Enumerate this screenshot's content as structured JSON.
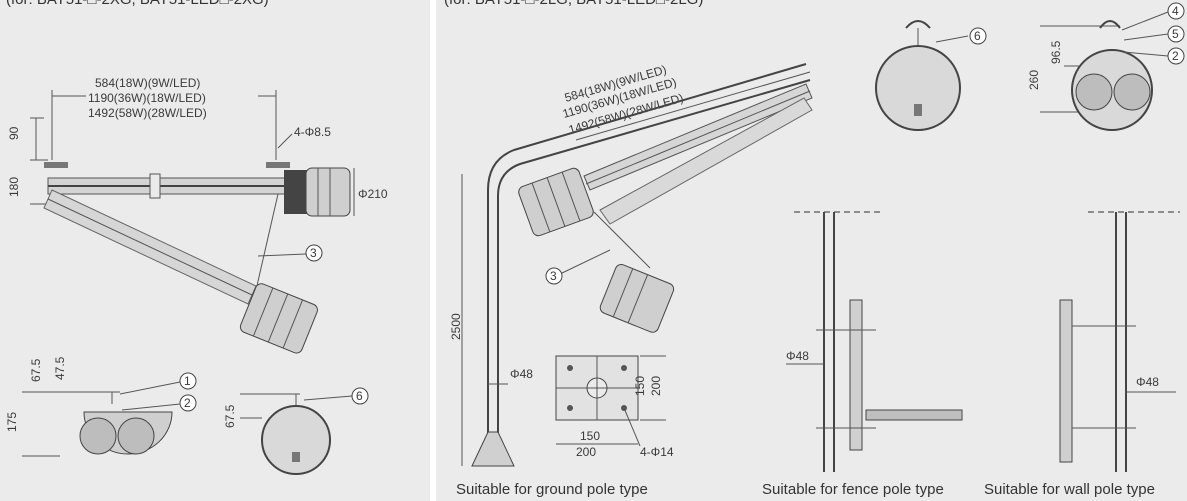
{
  "header": {
    "left": "(for: BAY51-□-2XG, BAY51-LED□-2XG)",
    "right": "(for: BAY51-□-2LG, BAY51-LED□-2LG)"
  },
  "left_view": {
    "dim_lines": [
      "584(18W)(9W/LED)",
      "1190(36W)(18W/LED)",
      "1492(58W)(28W/LED)"
    ],
    "dim_90": "90",
    "dim_180": "180",
    "dim_holes": "4-Φ8.5",
    "dim_phi210": "Φ210",
    "callout_3": "3",
    "end_dims": {
      "d67_5": "67.5",
      "d47_5": "47.5",
      "d175": "175"
    },
    "callout_1": "1",
    "callout_2": "2",
    "single_dim": "67.5",
    "callout_6": "6"
  },
  "right_view": {
    "dim_lines": [
      "584(18W)(9W/LED)",
      "1190(36W)(18W/LED)",
      "1492(58W)(28W/LED)"
    ],
    "dim_2500": "2500",
    "dim_phi48_pole": "Φ48",
    "callout_3": "3",
    "base": {
      "d150v": "150",
      "d200v": "200",
      "d150h": "150",
      "d200h": "200",
      "holes": "4-Φ14"
    },
    "top_callout_6": "6",
    "end_dims": {
      "d260": "260",
      "d96_5": "96.5"
    },
    "callout_4": "4",
    "callout_5": "5",
    "callout_2": "2",
    "fence_phi48": "Φ48",
    "wall_phi48": "Φ48",
    "captions": {
      "ground": "Suitable for ground pole type",
      "fence": "Suitable for fence pole type",
      "wall": "Suitable for wall pole type"
    }
  }
}
